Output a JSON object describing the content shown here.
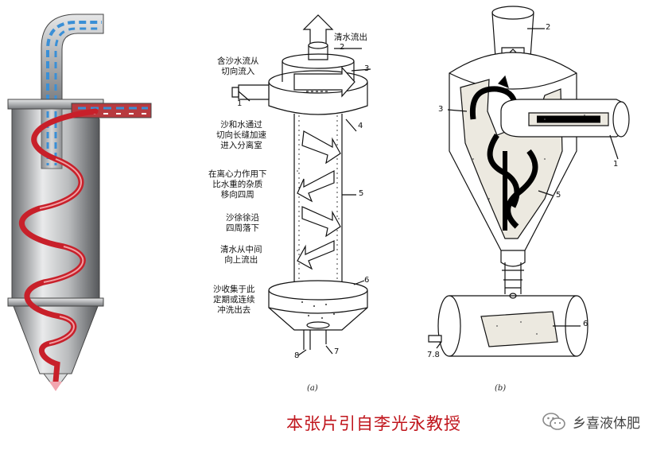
{
  "panel_b_left": {
    "labels": {
      "clean_out": "清水流出",
      "inlet": "含沙水流从\n切向流入",
      "accelerate": "沙和水通过\n切向长缝加速\n进入分离室",
      "centrifugal": "在离心力作用下\n比水重的杂质\n移向四周",
      "fall": "沙徐徐沿\n四周落下",
      "up": "清水从中间\n向上流出",
      "collect": "沙收集于此\n定期或连续\n冲洗出去"
    },
    "numbers": [
      "2",
      "3",
      "1",
      "4",
      "5",
      "6",
      "7",
      "8"
    ],
    "caption": "(a)"
  },
  "panel_c": {
    "numbers": [
      "2",
      "3",
      "1",
      "5",
      "6",
      "7.8"
    ],
    "caption": "(b)"
  },
  "credit": "本张片引自李光永教授",
  "brand": {
    "name": "乡喜液体肥",
    "icon": "wechat-icon"
  },
  "colors": {
    "credit_red": "#c0151c",
    "spiral_red": "#c8202a",
    "pipe_blue": "#3a8fd6"
  }
}
